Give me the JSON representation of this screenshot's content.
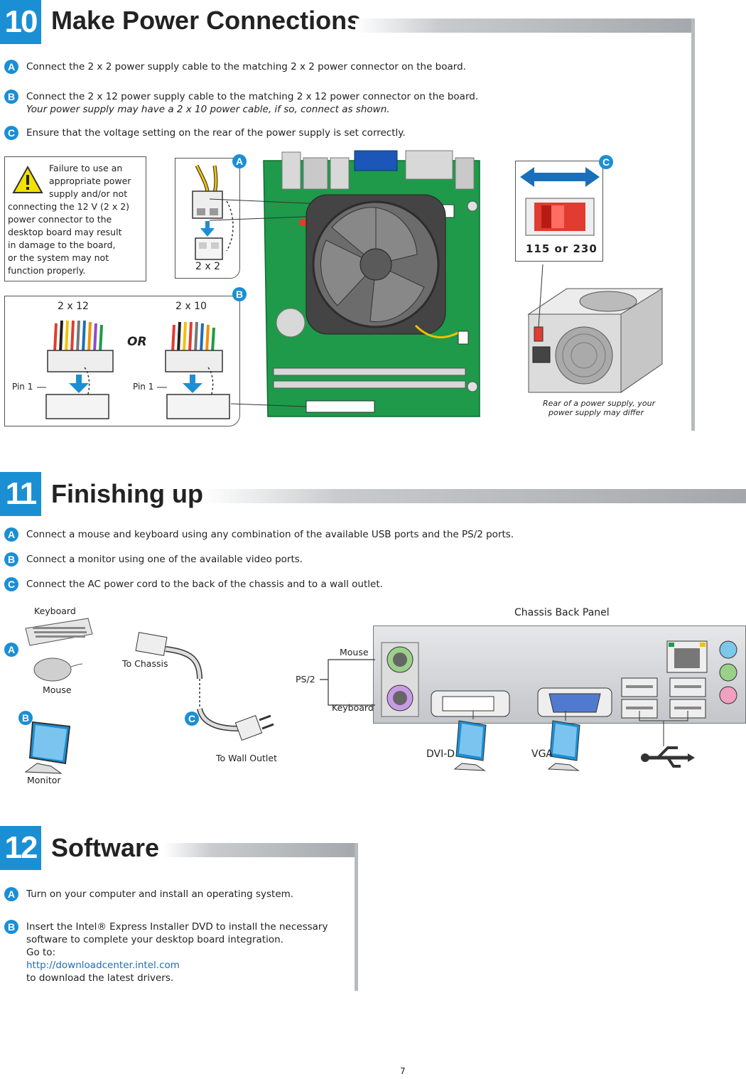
{
  "section10": {
    "number": "10",
    "title": "Make Power Connections",
    "steps": [
      {
        "badge": "A",
        "text": "Connect the 2 x 2 power supply cable to the matching 2 x 2 power connector on the board."
      },
      {
        "badge": "B",
        "text": "Connect the 2 x 12 power supply cable to the matching 2 x 12 power connector on the board.",
        "note": "Your power supply may have a 2 x 10 power cable, if so, connect as shown."
      },
      {
        "badge": "C",
        "text": "Ensure that the voltage setting on the rear of the power supply is set correctly."
      }
    ],
    "warning_lines": [
      "Failure to use an",
      "appropriate power",
      "supply and/or not",
      "connecting the 12 V (2 x 2)",
      "power connector to the",
      "desktop board may result",
      "in damage to the board,",
      "or the system may not",
      "function properly."
    ],
    "label_2x2": "2 x 2",
    "label_2x12": "2 x 12",
    "label_2x10": "2 x 10",
    "label_or": "OR",
    "label_pin1": "Pin 1",
    "voltage_label": "115  or  230",
    "psu_caption_1": "Rear of a power supply, your",
    "psu_caption_2": "power supply may differ",
    "callouts": [
      "A",
      "B",
      "C"
    ]
  },
  "section11": {
    "number": "11",
    "title": "Finishing up",
    "steps": [
      {
        "badge": "A",
        "text": "Connect a mouse and keyboard using any combination of the available USB ports and the PS/2 ports."
      },
      {
        "badge": "B",
        "text": "Connect a monitor using one of the available video ports."
      },
      {
        "badge": "C",
        "text": "Connect the AC power cord to the back of the chassis and to a wall outlet."
      }
    ],
    "label_keyboard": "Keyboard",
    "label_mouse": "Mouse",
    "label_monitor": "Monitor",
    "label_to_chassis": "To Chassis",
    "label_to_wall": "To Wall Outlet",
    "label_panel": "Chassis Back Panel",
    "label_ps2": "PS/2",
    "label_ps2_mouse": "Mouse",
    "label_ps2_keyboard": "Keyboard",
    "label_dvid": "DVI-D",
    "label_vga": "VGA",
    "callouts": [
      "A",
      "B",
      "C"
    ]
  },
  "section12": {
    "number": "12",
    "title": "Software",
    "steps": [
      {
        "badge": "A",
        "text": "Turn on your computer and install an operating system."
      },
      {
        "badge": "B",
        "lines": [
          "Insert the Intel® Express Installer DVD to install the necessary",
          "software to complete your desktop board integration.",
          "Go to:"
        ],
        "link": "http://downloadcenter.intel.com",
        "tail": "to download the latest drivers."
      }
    ]
  },
  "page_number": "7",
  "colors": {
    "accent": "#1b8fd3",
    "board": "#1e9a4a",
    "warning": "#f2e200",
    "switch": "#e03c31"
  }
}
